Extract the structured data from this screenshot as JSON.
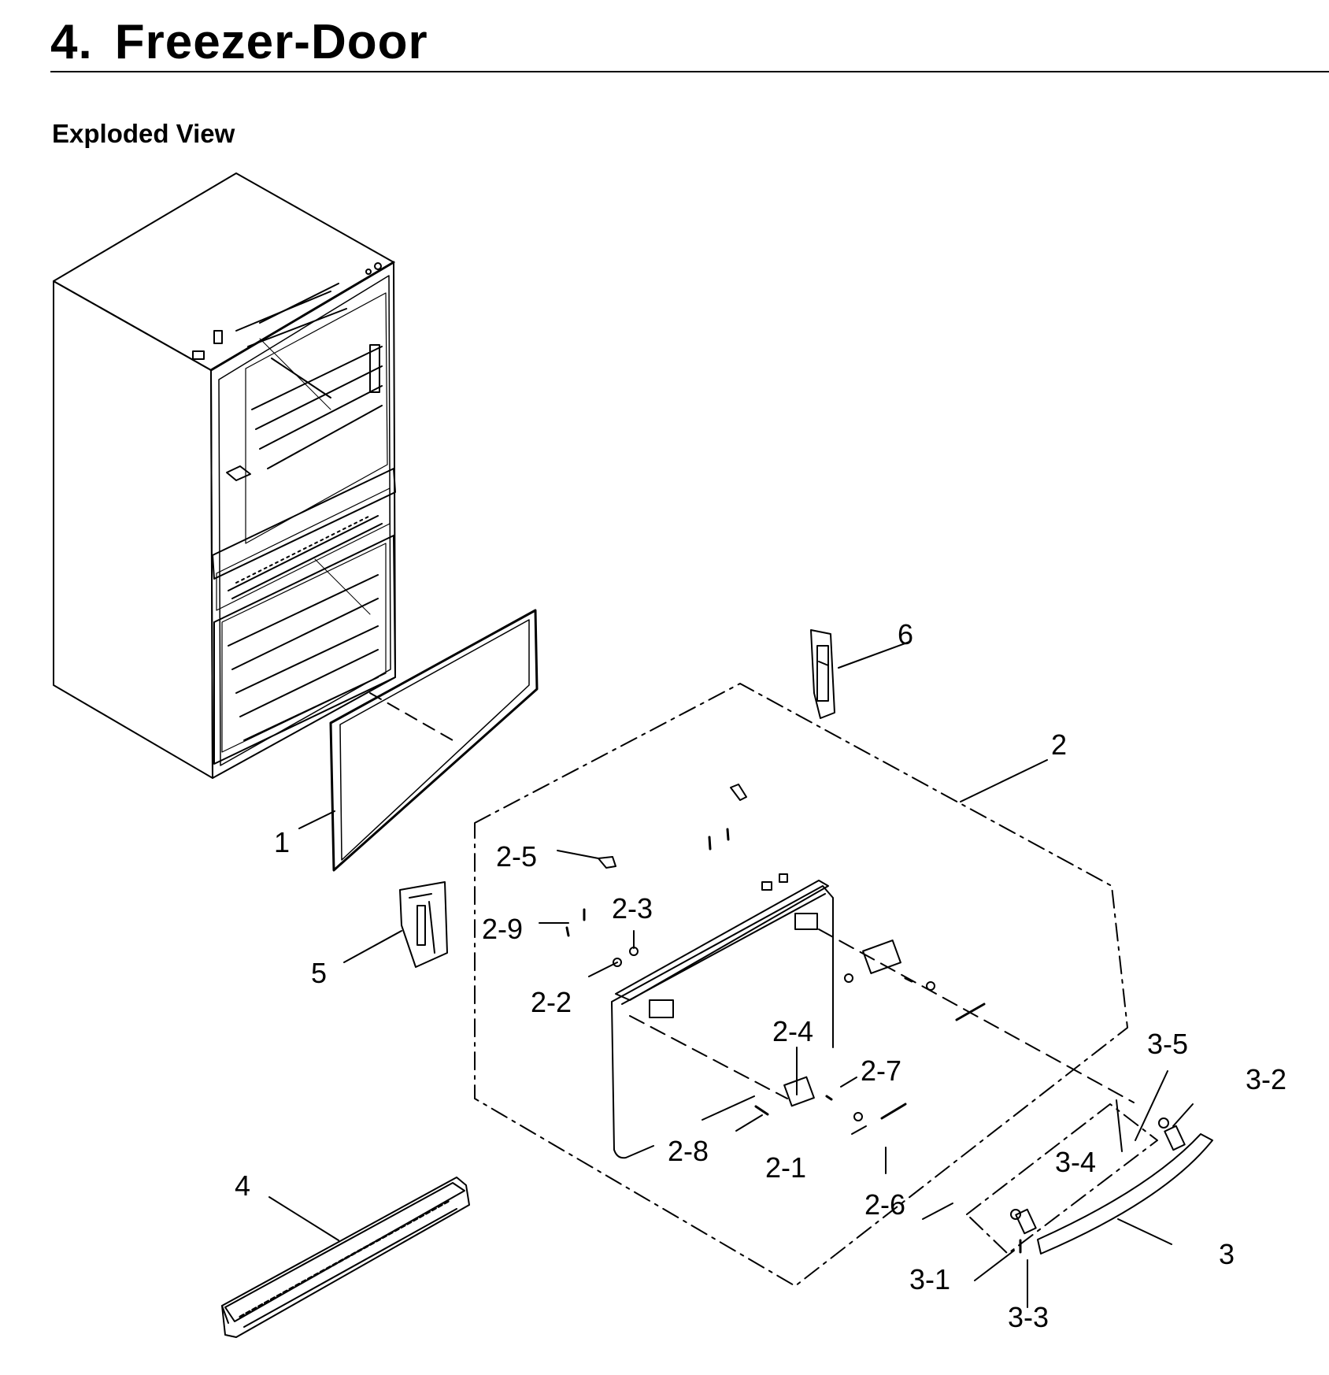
{
  "header": {
    "section_number": "4.",
    "title": "Freezer-Door",
    "subtitle": "Exploded View"
  },
  "callouts": [
    {
      "id": "1",
      "label": "1"
    },
    {
      "id": "2",
      "label": "2"
    },
    {
      "id": "2-1",
      "label": "2-1"
    },
    {
      "id": "2-2",
      "label": "2-2"
    },
    {
      "id": "2-3",
      "label": "2-3"
    },
    {
      "id": "2-4",
      "label": "2-4"
    },
    {
      "id": "2-5",
      "label": "2-5"
    },
    {
      "id": "2-6",
      "label": "2-6"
    },
    {
      "id": "2-7",
      "label": "2-7"
    },
    {
      "id": "2-8",
      "label": "2-8"
    },
    {
      "id": "2-9",
      "label": "2-9"
    },
    {
      "id": "3",
      "label": "3"
    },
    {
      "id": "3-1",
      "label": "3-1"
    },
    {
      "id": "3-2",
      "label": "3-2"
    },
    {
      "id": "3-3",
      "label": "3-3"
    },
    {
      "id": "3-4",
      "label": "3-4"
    },
    {
      "id": "3-5",
      "label": "3-5"
    },
    {
      "id": "4",
      "label": "4"
    },
    {
      "id": "5",
      "label": "5"
    },
    {
      "id": "6",
      "label": "6"
    }
  ],
  "colors": {
    "line": "#000000",
    "background": "#ffffff"
  }
}
